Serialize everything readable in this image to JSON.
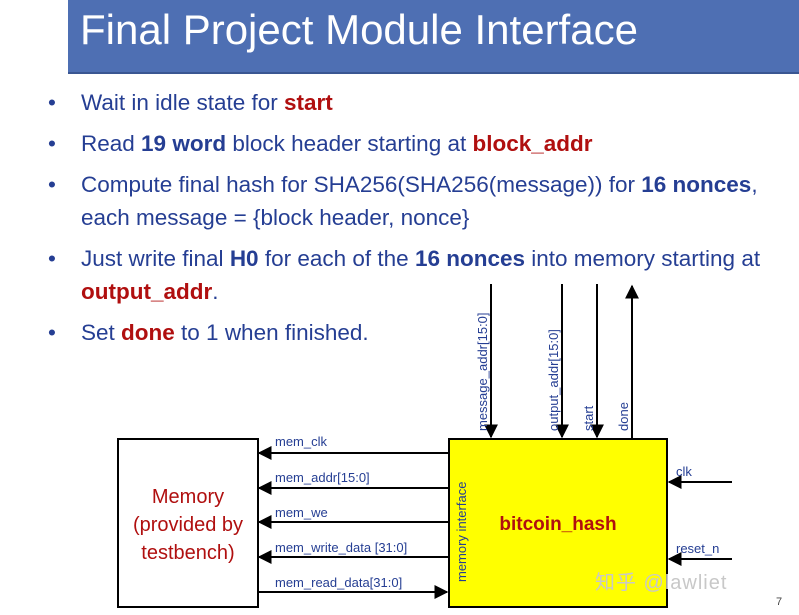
{
  "title": "Final Project Module Interface",
  "bullets": [
    {
      "parts": [
        {
          "t": "Wait in idle state for ",
          "s": "n"
        },
        {
          "t": "start",
          "s": "red"
        }
      ]
    },
    {
      "parts": [
        {
          "t": "Read ",
          "s": "n"
        },
        {
          "t": "19 word",
          "s": "blue"
        },
        {
          "t": " block header starting at ",
          "s": "n"
        },
        {
          "t": "block_addr",
          "s": "red"
        }
      ]
    },
    {
      "parts": [
        {
          "t": "Compute final hash for SHA256(SHA256(message)) for ",
          "s": "n"
        },
        {
          "t": "16 nonces",
          "s": "blue"
        },
        {
          "t": ", each message = {block header, nonce}",
          "s": "n"
        }
      ]
    },
    {
      "parts": [
        {
          "t": "Just write final ",
          "s": "n"
        },
        {
          "t": "H0",
          "s": "blue"
        },
        {
          "t": " for each of the ",
          "s": "n"
        },
        {
          "t": "16 nonces",
          "s": "blue"
        },
        {
          "t": " into memory starting at ",
          "s": "n"
        },
        {
          "t": "output_addr",
          "s": "red"
        },
        {
          "t": ".",
          "s": "n"
        }
      ]
    },
    {
      "parts": [
        {
          "t": "Set ",
          "s": "n"
        },
        {
          "t": "done",
          "s": "red"
        },
        {
          "t": " to 1 when finished.",
          "s": "n"
        }
      ]
    }
  ],
  "diagram": {
    "memory_box_lines": [
      "Memory",
      "(provided by",
      "testbench)"
    ],
    "module_name": "bitcoin_hash",
    "memory_interface_label": "memory interface",
    "top_signals": {
      "message_addr": "message_addr[15:0]",
      "output_addr": "output_addr[15:0]",
      "start": "start",
      "done": "done"
    },
    "mem_signals": {
      "clk": "mem_clk",
      "addr": "mem_addr[15:0]",
      "we": "mem_we",
      "write_data": "mem_write_data [31:0]",
      "read_data": "mem_read_data[31:0]"
    },
    "right_signals": {
      "clk": "clk",
      "reset": "reset_n"
    },
    "module_color": "#ffff00"
  },
  "watermark": "知乎 @lawliet",
  "page_number": "7"
}
